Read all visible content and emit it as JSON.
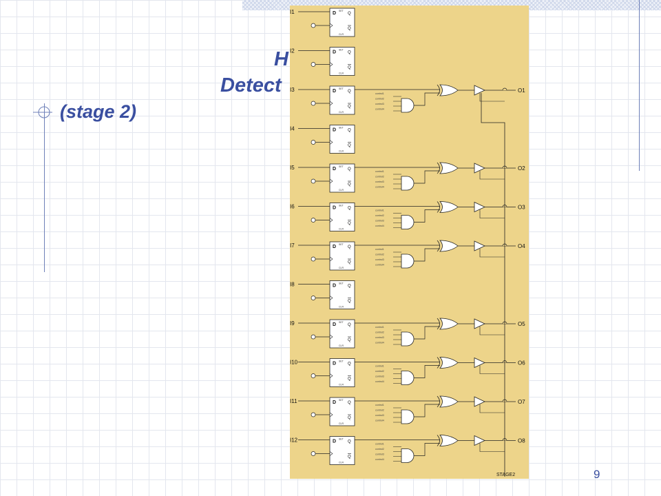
{
  "slide": {
    "title_line1": "H",
    "title_line2": "Detect",
    "bullet_text": "(stage 2)",
    "page_number": "9"
  },
  "diagram": {
    "inputs": [
      "I1",
      "I2",
      "I3",
      "I4",
      "I5",
      "I6",
      "I7",
      "I8",
      "I9",
      "I10",
      "I11",
      "I12"
    ],
    "ff": {
      "d": "D",
      "q": "Q",
      "qbar": "Q",
      "set": "SET",
      "clr": "CLR"
    },
    "gated_inputs": [
      "I3",
      "I5",
      "I6",
      "I7",
      "I9",
      "I10",
      "I11",
      "I12"
    ],
    "outputs": [
      "O1",
      "O2",
      "O3",
      "O4",
      "O5",
      "O6",
      "O7",
      "O8"
    ],
    "control_labels": [
      "control1",
      "control2",
      "control3",
      "control4"
    ],
    "footer_label": "STAGE2"
  },
  "colors": {
    "diagram_bg": "#edd48a",
    "title": "#3a4fa0",
    "rule": "#6d7fb8"
  }
}
